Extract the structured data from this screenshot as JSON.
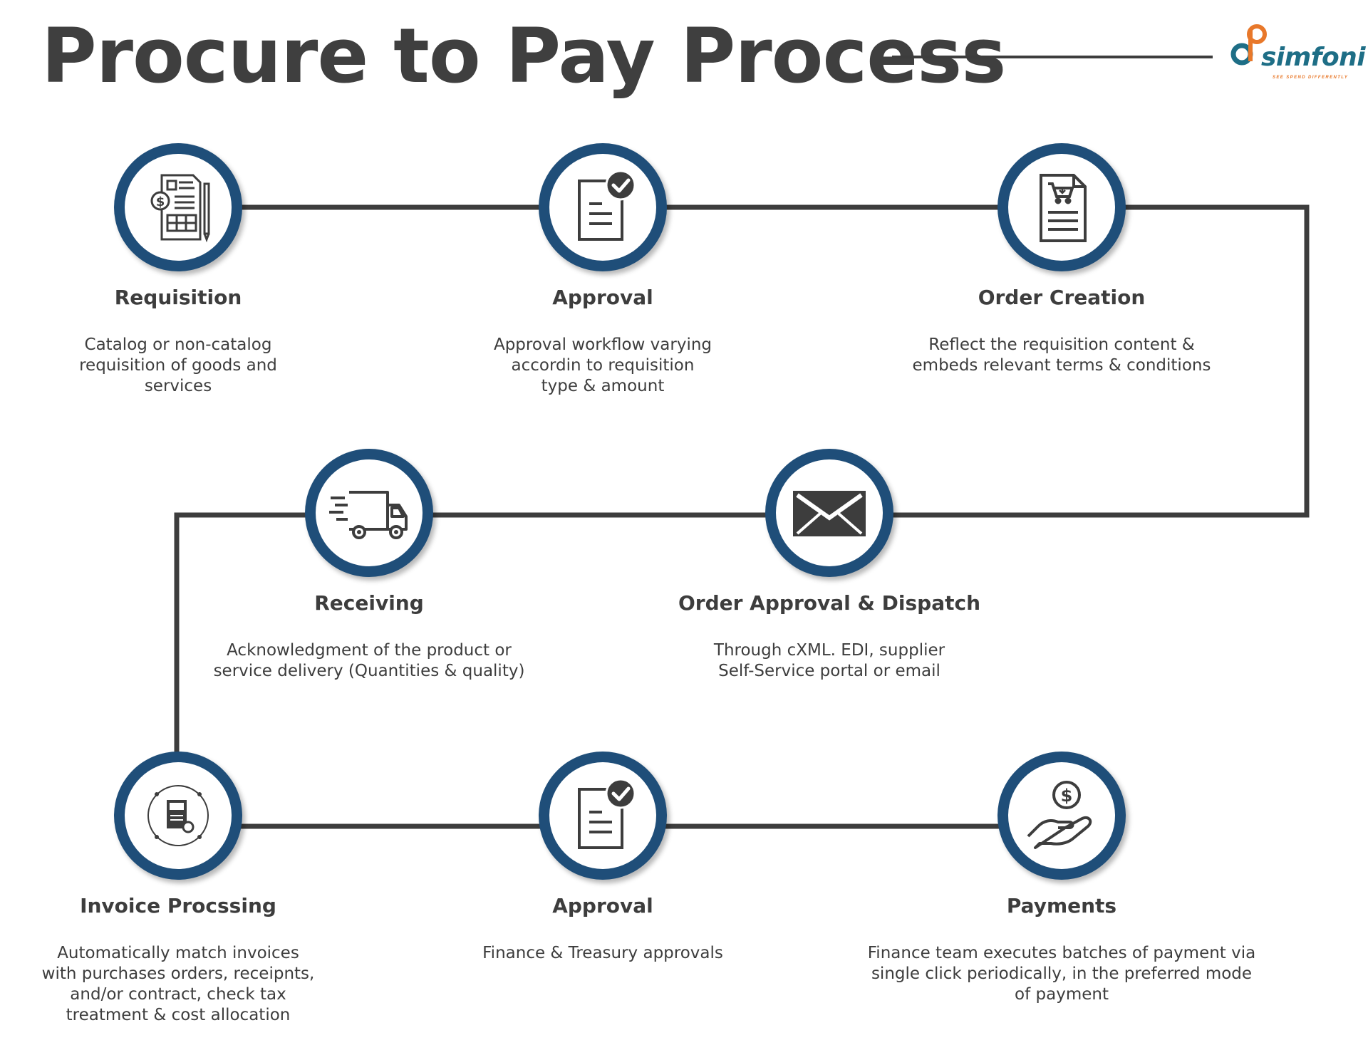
{
  "title": "Procure to Pay Process",
  "logo": {
    "name": "simfoni",
    "tagline": "SEE SPEND DIFFERENTLY"
  },
  "colors": {
    "ring": "#1f4e79",
    "line": "#3d3d3d",
    "text": "#3d3d3d",
    "logo_teal": "#1e6e86",
    "logo_orange": "#e8782a"
  },
  "steps": [
    {
      "icon": "requisition-document-icon",
      "title": "Requisition",
      "description": "Catalog or non-catalog\nrequisition of goods and\nservices"
    },
    {
      "icon": "approval-checklist-icon",
      "title": "Approval",
      "description": "Approval workflow varying\naccordin to requisition\ntype & amount"
    },
    {
      "icon": "order-cart-document-icon",
      "title": "Order Creation",
      "description": "Reflect the requisition content &\nembeds relevant terms & conditions"
    },
    {
      "icon": "delivery-truck-icon",
      "title": "Receiving",
      "description": "Acknowledgment of the product or\nservice delivery (Quantities & quality)"
    },
    {
      "icon": "envelope-icon",
      "title": "Order Approval & Dispatch",
      "description": "Through cXML. EDI, supplier\nSelf-Service portal or email"
    },
    {
      "icon": "invoice-processing-icon",
      "title": "Invoice Procssing",
      "description": "Automatically match invoices\nwith purchases orders, receipnts,\nand/or contract, check tax\ntreatment & cost allocation"
    },
    {
      "icon": "approval-checklist-icon",
      "title": "Approval",
      "description": "Finance & Treasury approvals"
    },
    {
      "icon": "payment-hand-icon",
      "title": "Payments",
      "description": "Finance team executes batches of payment via\nsingle click periodically, in the preferred mode\nof payment"
    }
  ]
}
